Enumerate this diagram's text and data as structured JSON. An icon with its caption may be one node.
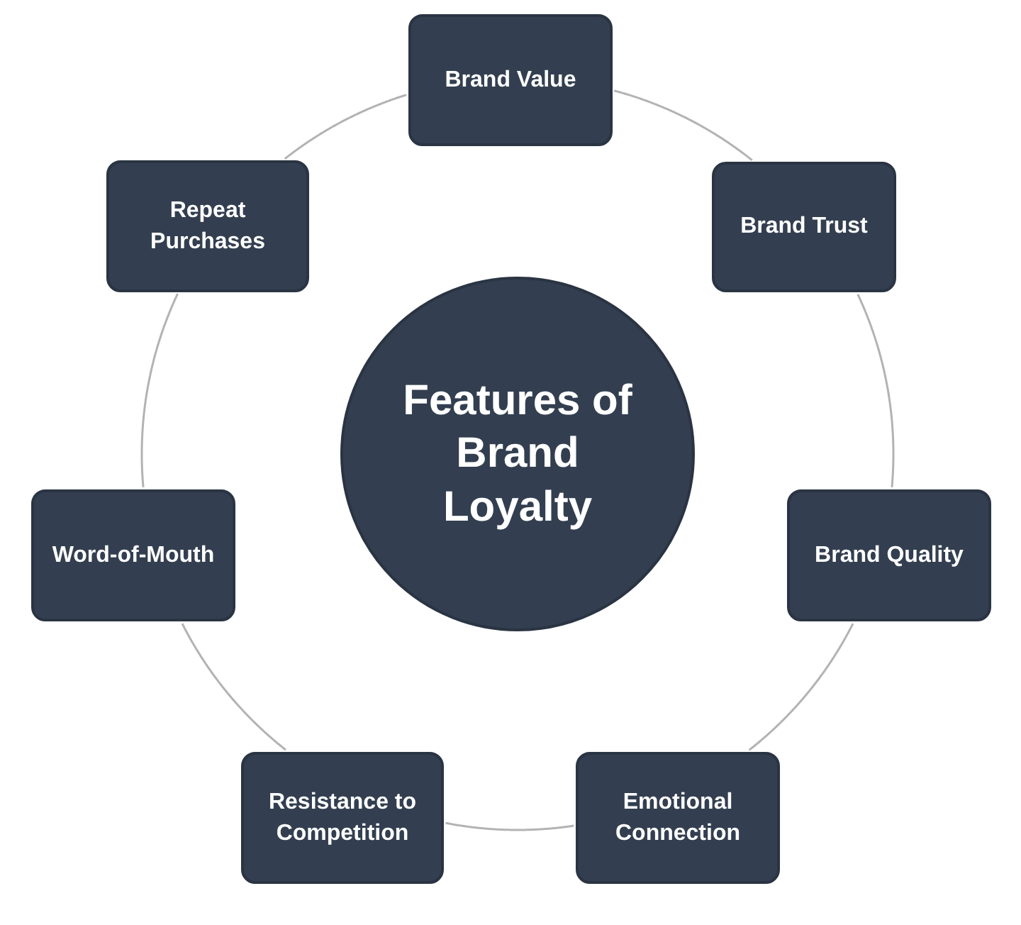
{
  "diagram": {
    "nodes": [
      {
        "text": [
          "Brand Value"
        ]
      },
      {
        "text": [
          "Repeat Purchases"
        ]
      },
      {
        "text": [
          "Brand Trust"
        ]
      },
      {
        "text": [
          "Features of Brand Loyalty"
        ]
      },
      {
        "text": [
          "Word-of-Mouth"
        ]
      },
      {
        "text": [
          "Brand Quality"
        ]
      },
      {
        "text": [
          "Resistance to Competition"
        ]
      },
      {
        "text": [
          "Emotional Connection"
        ]
      }
    ],
    "edges": [
      {
        "from": 0,
        "to": 2,
        "arrow": "none"
      },
      {
        "from": 2,
        "to": 5,
        "arrow": "none"
      },
      {
        "from": 5,
        "to": 7,
        "arrow": "none"
      },
      {
        "from": 7,
        "to": 6,
        "arrow": "none"
      },
      {
        "from": 6,
        "to": 4,
        "arrow": "none"
      },
      {
        "from": 4,
        "to": 1,
        "arrow": "none"
      },
      {
        "from": 1,
        "to": 0,
        "arrow": "none"
      }
    ]
  }
}
